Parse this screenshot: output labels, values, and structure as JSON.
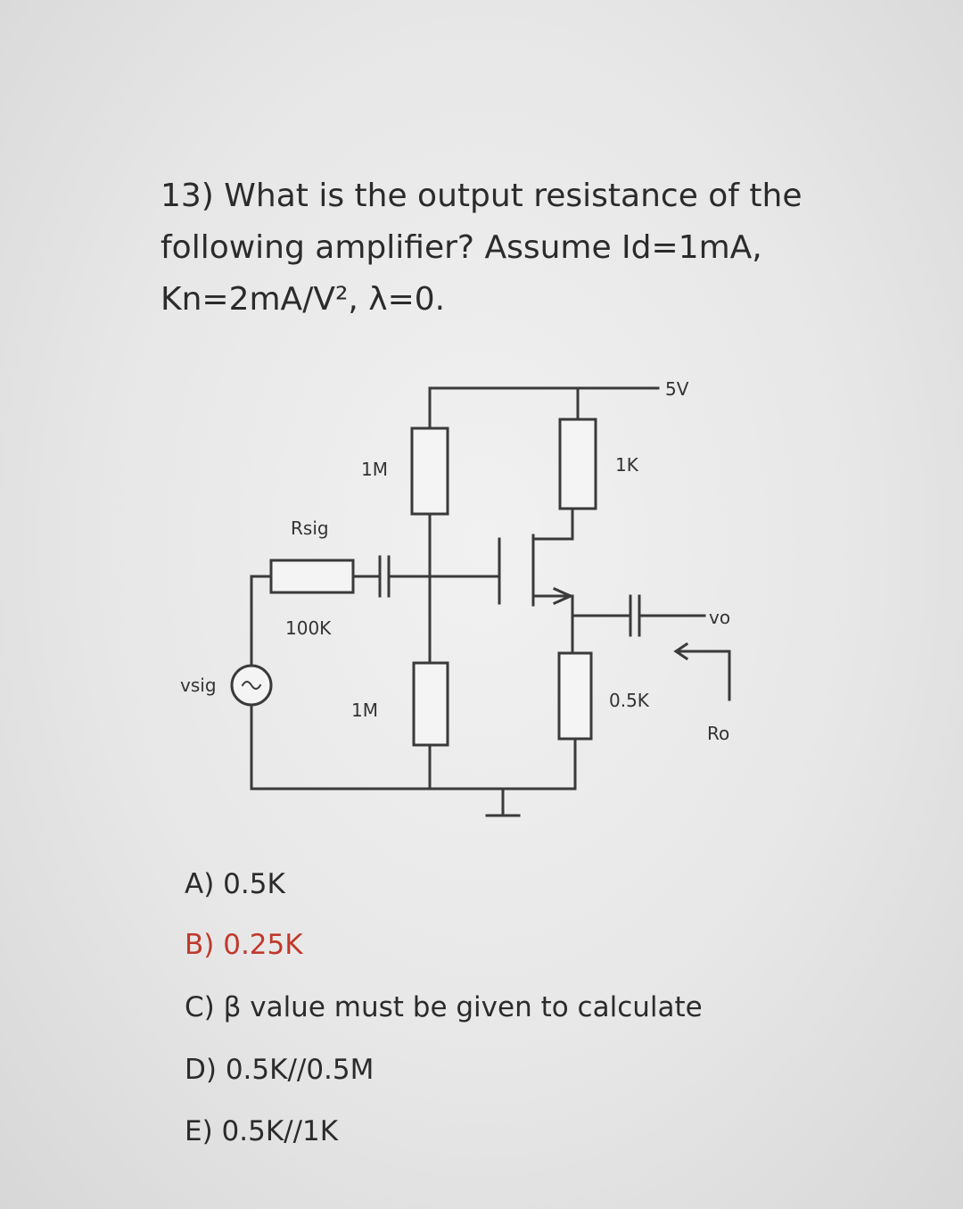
{
  "question": {
    "line1": "13) What is the output resistance of the",
    "line2": "following amplifier? Assume Id=1mA,",
    "line3": "Kn=2mA/V², λ=0."
  },
  "circuit": {
    "labels": {
      "supply": "5V",
      "r_gate_top": "1M",
      "r_drain": "1K",
      "r_sig_name": "Rsig",
      "r_sig_value": "100K",
      "source_name": "vsig",
      "r_gate_bottom": "1M",
      "r_source": "0.5K",
      "output": "vo",
      "output_resistance": "Ro"
    }
  },
  "options": {
    "a": "A) 0.5K",
    "b": "B) 0.25K",
    "c": "C) β value must be given to calculate",
    "d": "D) 0.5K//0.5M",
    "e": "E) 0.5K//1K"
  },
  "colors": {
    "highlight_answer": "#c0392b",
    "wire": "#3a3a3a"
  }
}
